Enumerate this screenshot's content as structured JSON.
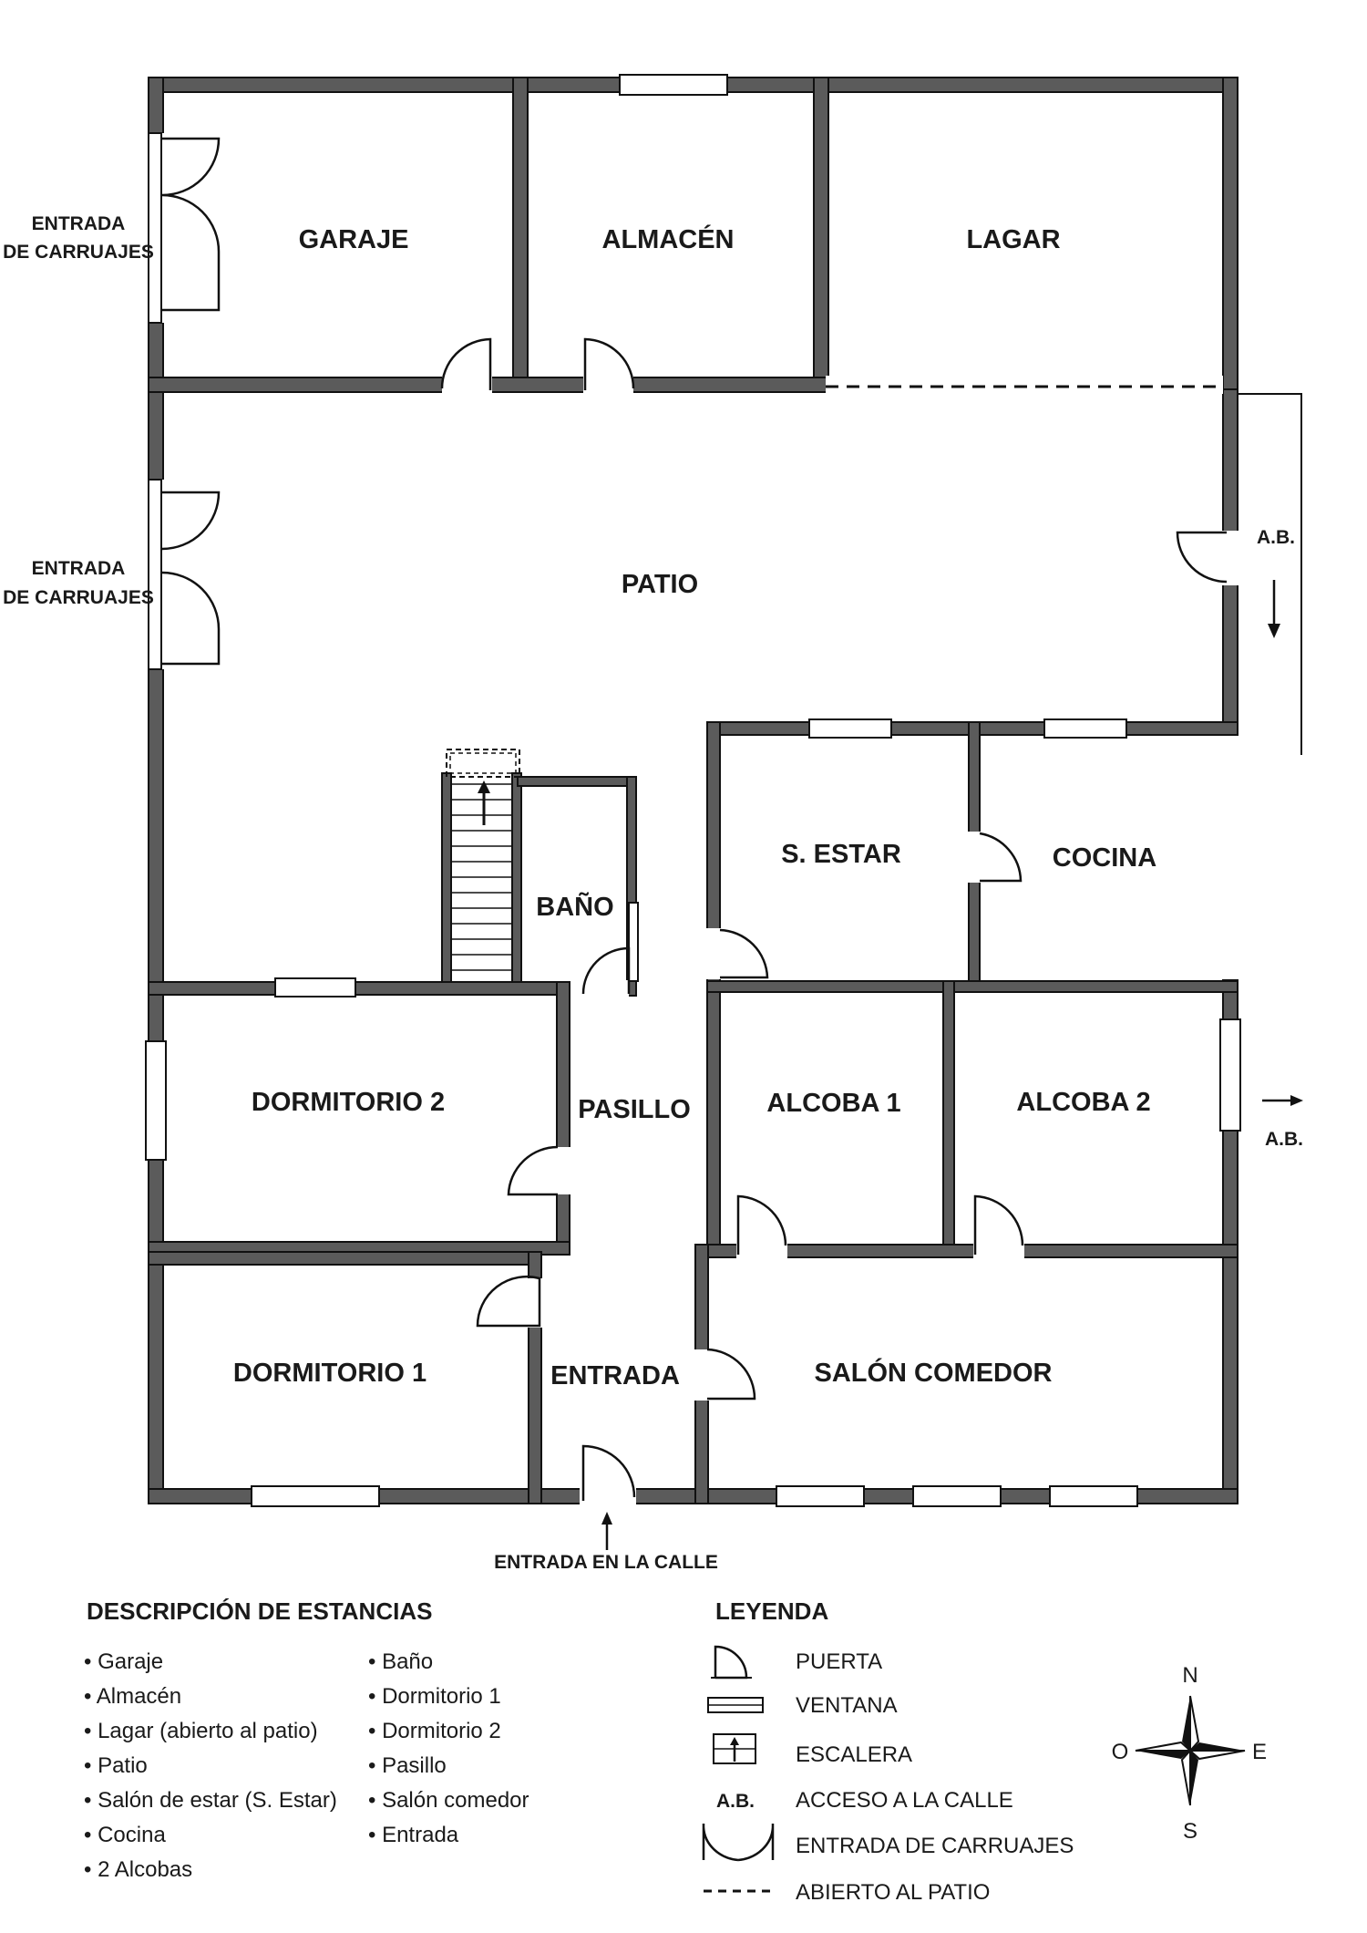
{
  "rooms": {
    "garaje": "GARAJE",
    "almacen": "ALMACÉN",
    "lagar": "LAGAR",
    "patio": "PATIO",
    "bano": "BAÑO",
    "s_estar": "S. ESTAR",
    "cocina": "COCINA",
    "dormitorio_2": "DORMITORIO 2",
    "pasillo": "PASILLO",
    "alcoba_1": "ALCOBA 1",
    "alcoba_2": "ALCOBA 2",
    "dormitorio_1": "DORMITORIO 1",
    "entrada": "ENTRADA",
    "salon_comedor": "SALÓN COMEDOR"
  },
  "labels": {
    "carriage_entry_1": [
      "ENTRADA",
      "DE CARRUAJES"
    ],
    "carriage_entry_2": [
      "ENTRADA",
      "DE CARRUAJES"
    ],
    "street_access_1": "A.B.",
    "street_access_2": "A.B.",
    "street_entry": "ENTRADA EN LA CALLE"
  },
  "description": {
    "title": "DESCRIPCIÓN DE ESTANCIAS",
    "column_1": [
      "Garaje",
      "Almacén",
      "Lagar (abierto al patio)",
      "Patio",
      "Salón de estar (S. Estar)",
      "Cocina",
      "2 Alcobas"
    ],
    "column_2": [
      "Baño",
      "Dormitorio 1",
      "Dormitorio 2",
      "Pasillo",
      "Salón comedor",
      "Entrada"
    ]
  },
  "legend": {
    "title": "LEYENDA",
    "items": [
      {
        "symbol": "door-icon",
        "label": "PUERTA"
      },
      {
        "symbol": "window-icon",
        "label": "VENTANA"
      },
      {
        "symbol": "stairs-icon",
        "label": "ESCALERA"
      },
      {
        "symbol": "A.B.",
        "label": "ACCESO A LA CALLE"
      },
      {
        "symbol": "carriage-door-icon",
        "label": "ENTRADA DE CARRUAJES"
      },
      {
        "symbol": "dashed-line-icon",
        "label": "ABIERTO AL PATIO"
      }
    ]
  },
  "compass": {
    "n": "N",
    "s": "S",
    "e": "E",
    "o": "O"
  },
  "colors": {
    "wall": "#5b5b5b",
    "outline": "#111111",
    "background": "#ffffff"
  }
}
